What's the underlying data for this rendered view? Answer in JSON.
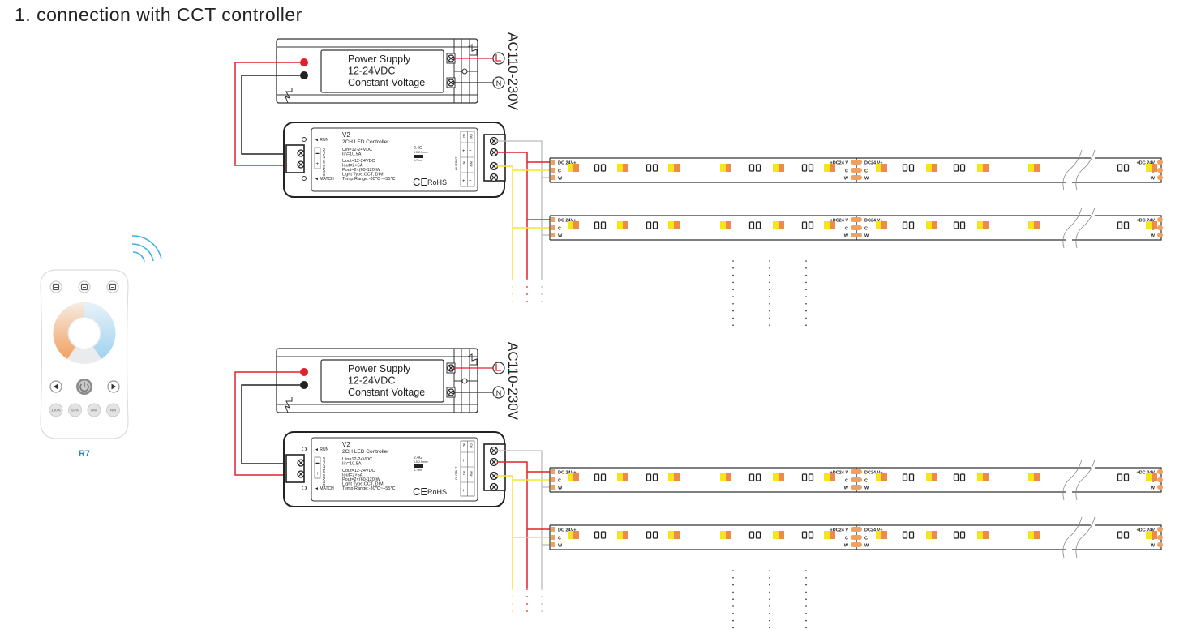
{
  "title": "1. connection with CCT controller",
  "power_supply": {
    "lines": [
      "Power Supply",
      "12-24VDC",
      "Constant Voltage"
    ],
    "ac_label": "AC110-230V",
    "live_label": "L",
    "neutral_label": "N"
  },
  "controller": {
    "model": "V2",
    "name": "2CH LED Controller",
    "specs_in": [
      "Uin=12-24VDC",
      "Iin=10.5A"
    ],
    "specs_out": [
      "Uout=12-24VDC",
      "Iout=2×5A",
      "Pout=2×(60-120)W",
      "Light Type:CCT, DIM",
      "Temp Range:-30℃~+55℃"
    ],
    "run_label": "RUN",
    "match_label": "MATCH",
    "input_label": "INPUT 12-24VDC",
    "output_label": "OUTPUT",
    "output_channels": [
      "W2",
      "CW",
      "W1",
      "WW"
    ],
    "rf_label": "2.4G",
    "wire_gauge": "0.5-2.5mm²",
    "strip_len": "6-7mm",
    "ce": "CE",
    "rohs": "RoHS"
  },
  "strip": {
    "left_labels": [
      "DC 24V+",
      "C",
      "W"
    ],
    "mid_left_labels": [
      "+DC24 V",
      "C",
      "W"
    ],
    "mid_right_labels": [
      "DC24 V+",
      "C",
      "W"
    ],
    "right_labels": [
      "+DC 24V",
      "C",
      "W"
    ]
  },
  "remote": {
    "label": "R7",
    "scene_buttons": [
      "save-1",
      "save-2",
      "save-3"
    ],
    "nav": [
      "left",
      "power",
      "right"
    ],
    "preset_buttons": [
      "100%",
      "50%",
      "WW",
      "NW"
    ]
  },
  "colors": {
    "live": "#e0202a",
    "black": "#222222",
    "yellow": "#f3e62a",
    "grey": "#bbbbbb",
    "led_yellow": "#f5e51b",
    "led_orange": "#f08a4b",
    "pad": "#f0a060",
    "remote_accent": "#2a8ab0",
    "wifi": "#3ab0e0"
  }
}
